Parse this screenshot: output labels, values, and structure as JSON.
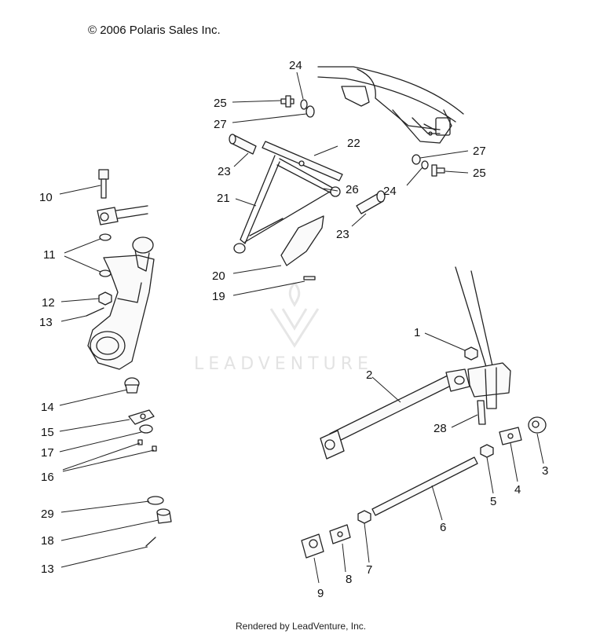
{
  "copyright": "© 2006 Polaris Sales Inc.",
  "watermark": "LEADVENTURE",
  "footer": "Rendered by LeadVenture, Inc.",
  "callouts": [
    {
      "id": "24a",
      "text": "24"
    },
    {
      "id": "25a",
      "text": "25"
    },
    {
      "id": "27a",
      "text": "27"
    },
    {
      "id": "22",
      "text": "22"
    },
    {
      "id": "23a",
      "text": "23"
    },
    {
      "id": "21",
      "text": "21"
    },
    {
      "id": "26",
      "text": "26"
    },
    {
      "id": "27b",
      "text": "27"
    },
    {
      "id": "25b",
      "text": "25"
    },
    {
      "id": "24b",
      "text": "24"
    },
    {
      "id": "23b",
      "text": "23"
    },
    {
      "id": "20",
      "text": "20"
    },
    {
      "id": "19",
      "text": "19"
    },
    {
      "id": "10",
      "text": "10"
    },
    {
      "id": "11",
      "text": "11"
    },
    {
      "id": "12",
      "text": "12"
    },
    {
      "id": "13a",
      "text": "13"
    },
    {
      "id": "14",
      "text": "14"
    },
    {
      "id": "15",
      "text": "15"
    },
    {
      "id": "17",
      "text": "17"
    },
    {
      "id": "16",
      "text": "16"
    },
    {
      "id": "29",
      "text": "29"
    },
    {
      "id": "18",
      "text": "18"
    },
    {
      "id": "13b",
      "text": "13"
    },
    {
      "id": "1",
      "text": "1"
    },
    {
      "id": "2",
      "text": "2"
    },
    {
      "id": "28",
      "text": "28"
    },
    {
      "id": "3",
      "text": "3"
    },
    {
      "id": "4",
      "text": "4"
    },
    {
      "id": "5",
      "text": "5"
    },
    {
      "id": "6",
      "text": "6"
    },
    {
      "id": "7",
      "text": "7"
    },
    {
      "id": "8",
      "text": "8"
    },
    {
      "id": "9",
      "text": "9"
    }
  ]
}
